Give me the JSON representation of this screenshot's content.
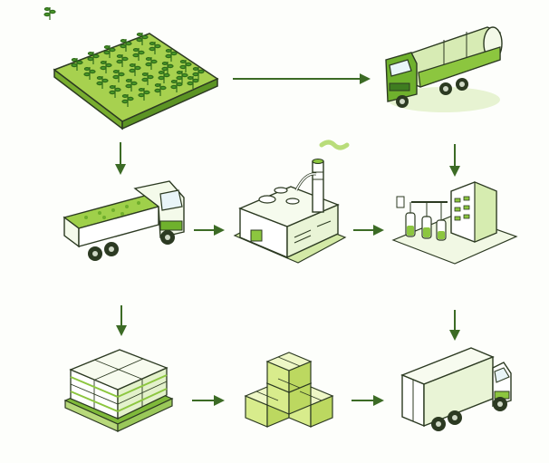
{
  "diagram": {
    "nodes": [
      {
        "id": "crop-field",
        "icon": "crop-field-icon"
      },
      {
        "id": "tanker-truck",
        "icon": "tanker-truck-icon"
      },
      {
        "id": "harvest-truck",
        "icon": "dump-truck-icon"
      },
      {
        "id": "processing-plant",
        "icon": "factory-icon"
      },
      {
        "id": "laboratory",
        "icon": "lab-equipment-icon"
      },
      {
        "id": "pallet",
        "icon": "pallet-boxes-icon"
      },
      {
        "id": "boxes",
        "icon": "boxes-stack-icon"
      },
      {
        "id": "delivery-truck",
        "icon": "box-truck-icon"
      }
    ],
    "edges": [
      {
        "from": "crop-field",
        "to": "tanker-truck"
      },
      {
        "from": "crop-field",
        "to": "harvest-truck"
      },
      {
        "from": "tanker-truck",
        "to": "laboratory"
      },
      {
        "from": "harvest-truck",
        "to": "processing-plant"
      },
      {
        "from": "processing-plant",
        "to": "laboratory"
      },
      {
        "from": "harvest-truck",
        "to": "pallet"
      },
      {
        "from": "laboratory",
        "to": "delivery-truck"
      },
      {
        "from": "pallet",
        "to": "boxes"
      },
      {
        "from": "boxes",
        "to": "delivery-truck"
      }
    ]
  },
  "colors": {
    "line": "#2f5b1f",
    "green_light": "#c9e38c",
    "green_mid": "#8cc63f",
    "green_dark": "#4a8f2a",
    "outline": "#2c3a22",
    "white": "#ffffff",
    "arrow": "#3c6b25"
  }
}
